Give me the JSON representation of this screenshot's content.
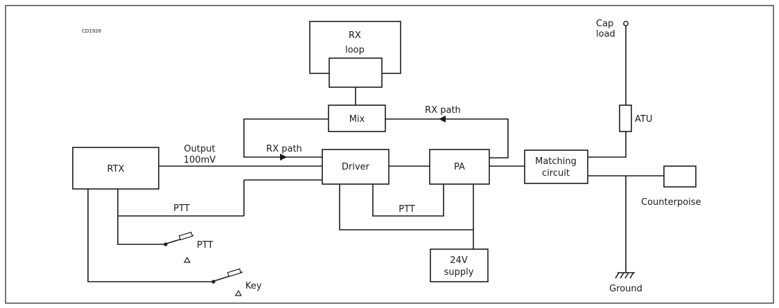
{
  "figure_code": "CD1926",
  "blocks": {
    "rx_loop_line1": "RX",
    "rx_loop_line2": "loop",
    "mix": "Mix",
    "rtx": "RTX",
    "driver": "Driver",
    "pa": "PA",
    "matching_line1": "Matching",
    "matching_line2": "circuit",
    "supply_line1": "24V",
    "supply_line2": "supply",
    "atu": "ATU"
  },
  "labels": {
    "cap_line1": "Cap",
    "cap_line2": "load",
    "output_line1": "Output",
    "output_line2": "100mV",
    "rx_path_upper": "RX path",
    "rx_path_lower": "RX path",
    "ptt_rtx": "PTT",
    "ptt_pa": "PTT",
    "ptt_switch": "PTT",
    "key_switch": "Key",
    "counterpoise": "Counterpoise",
    "ground": "Ground"
  },
  "colors": {
    "ink": "#1a1a1a",
    "background": "#ffffff"
  },
  "icons": [
    "ptt-switch-icon",
    "key-switch-icon",
    "ground-icon",
    "terminal-icon",
    "arrow-icon"
  ]
}
